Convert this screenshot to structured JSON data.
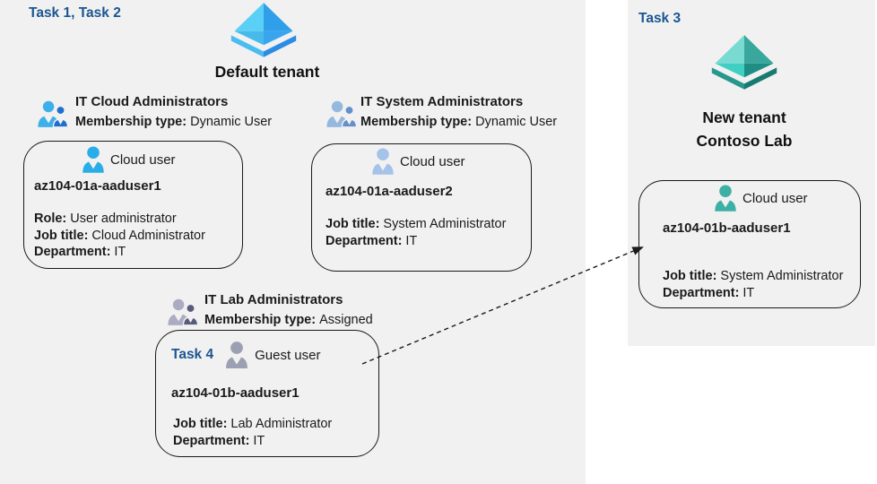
{
  "colors": {
    "panel_bg": "#f1f1f1",
    "task_label_blue": "#1b5591",
    "text": "#1a1a1a",
    "card_border": "#1a1a1a",
    "user_icon_blue": "#29ade6",
    "user_icon_lightblue": "#a5c3e8",
    "user_icon_gray": "#9ba1b2",
    "user_icon_teal": "#3db0a5",
    "group_icon_blue_big": "#3dafe9",
    "group_icon_blue_small": "#1e6fd0",
    "group_icon_steel_big": "#95b8de",
    "group_icon_steel_small": "#6590cb",
    "group_icon_slate_big": "#abacc1",
    "group_icon_slate_small": "#585b7d"
  },
  "left_panel": {
    "task_label": "Task 1, Task 2",
    "tenant_icon": "azure-ad-pyramid-blue-icon",
    "tenant_name": "Default tenant",
    "groups": [
      {
        "icon": "group-users-blue-icon",
        "title": "IT Cloud Administrators",
        "membership_label": "Membership type:",
        "membership_value": "Dynamic User"
      },
      {
        "icon": "group-users-steel-icon",
        "title": "IT System Administrators",
        "membership_label": "Membership type:",
        "membership_value": "Dynamic User"
      },
      {
        "icon": "group-users-slate-icon",
        "title": "IT Lab Administrators",
        "membership_label": "Membership type:",
        "membership_value": "Assigned"
      }
    ],
    "cards": [
      {
        "icon": "cloud-user-blue-icon",
        "user_type": "Cloud user",
        "name": "az104-01a-aaduser1",
        "fields": [
          {
            "label": "Role:",
            "value": "User administrator"
          },
          {
            "label": "Job title:",
            "value": "Cloud Administrator"
          },
          {
            "label": "Department:",
            "value": "IT"
          }
        ]
      },
      {
        "icon": "cloud-user-lightblue-icon",
        "user_type": "Cloud user",
        "name": "az104-01a-aaduser2",
        "fields": [
          {
            "label": "Job title:",
            "value": "System Administrator"
          },
          {
            "label": "Department:",
            "value": "IT"
          }
        ]
      },
      {
        "task_label": "Task 4",
        "icon": "guest-user-gray-icon",
        "user_type": "Guest user",
        "name": "az104-01b-aaduser1",
        "fields": [
          {
            "label": "Job title:",
            "value": "Lab Administrator"
          },
          {
            "label": "Department:",
            "value": "IT"
          }
        ]
      }
    ]
  },
  "right_panel": {
    "task_label": "Task 3",
    "tenant_icon": "azure-ad-pyramid-teal-icon",
    "tenant_name_line1": "New tenant",
    "tenant_name_line2": "Contoso Lab",
    "card": {
      "icon": "cloud-user-teal-icon",
      "user_type": "Cloud user",
      "name": "az104-01b-aaduser1",
      "fields": [
        {
          "label": "Job title:",
          "value": "System Administrator"
        },
        {
          "label": "Department:",
          "value": "IT"
        }
      ]
    }
  },
  "arrow": {
    "style": "dashed",
    "from": "guest-user-card",
    "to": "new-tenant-cloud-user-card"
  }
}
